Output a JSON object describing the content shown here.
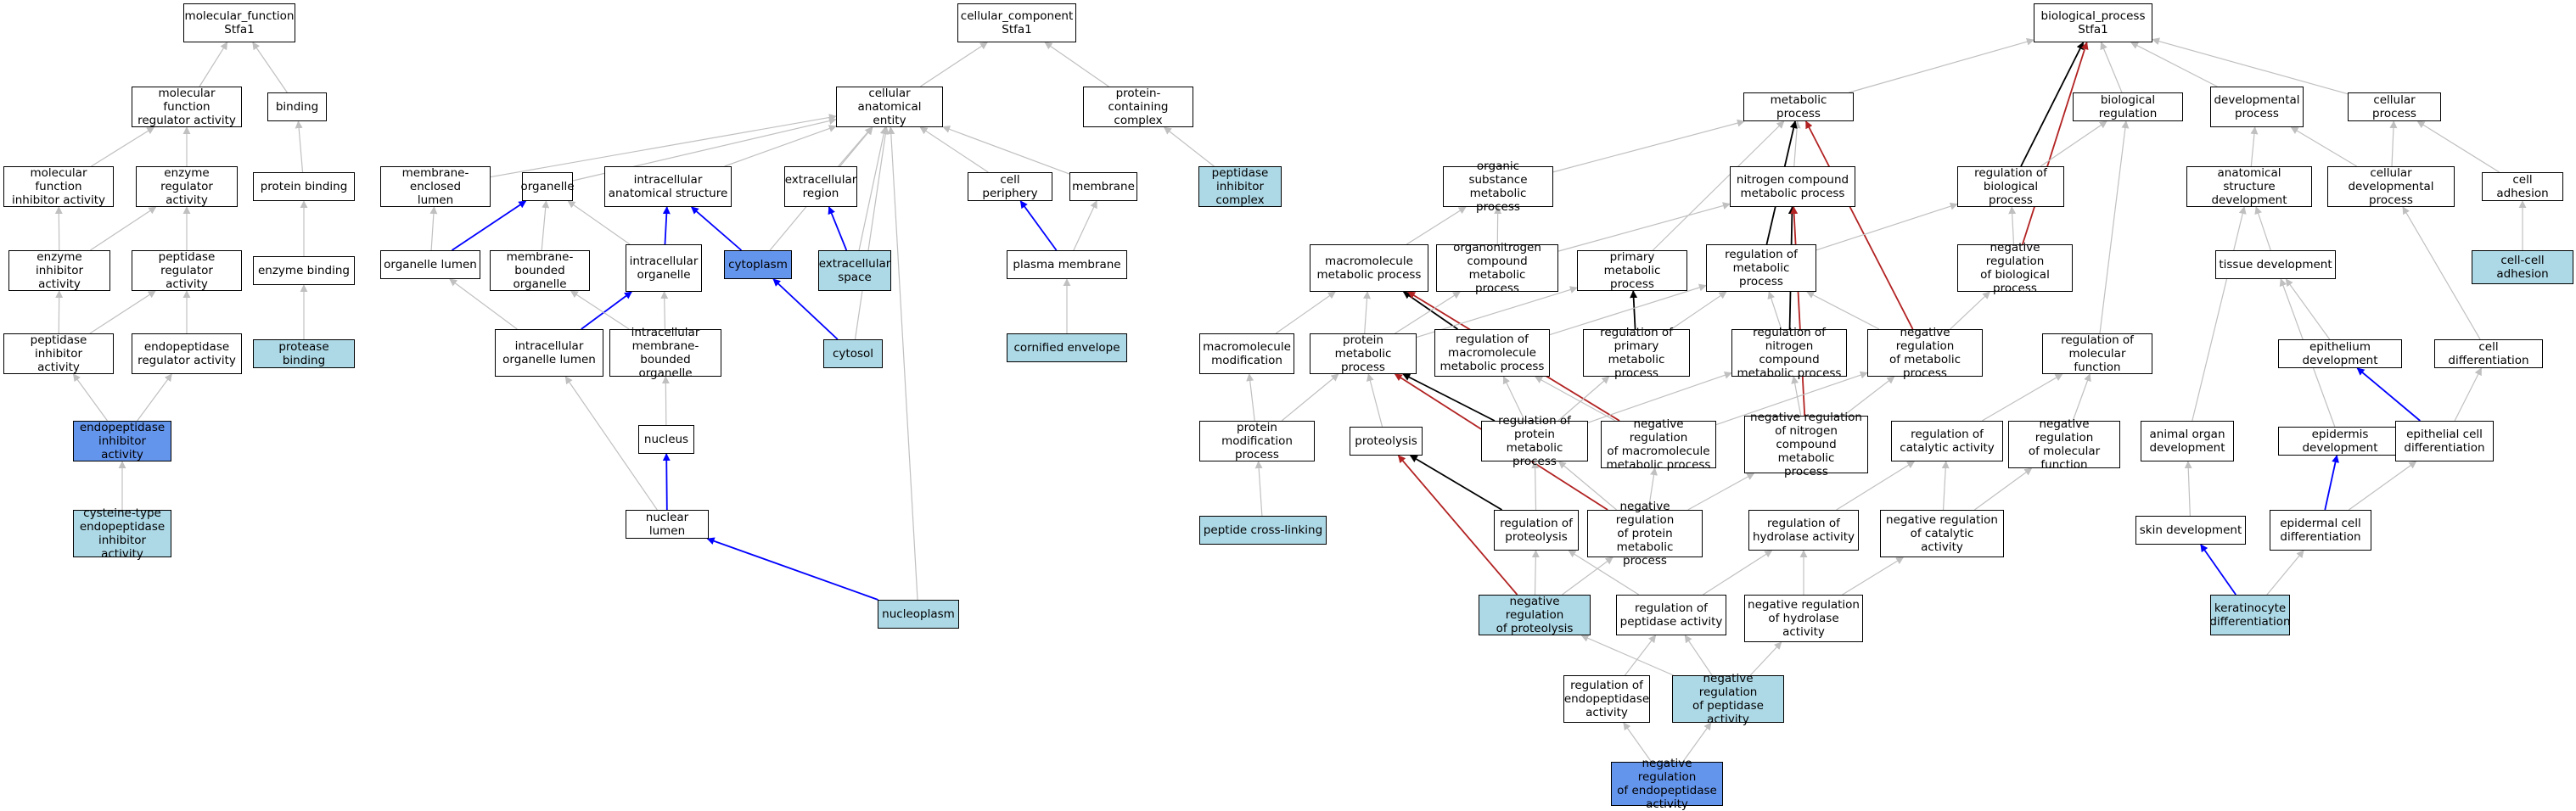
{
  "colors": {
    "light_blue": "#add8e6",
    "dark_blue": "#6495ed",
    "gray_edge": "#c0c0c0",
    "black_edge": "#000000",
    "blue_edge": "#0000ff",
    "red_edge": "#b22222"
  },
  "nodes": [
    {
      "id": "mf_root",
      "label": "molecular_function\nStfa1",
      "fill": "white"
    },
    {
      "id": "mfra",
      "label": "molecular function\nregulator activity",
      "fill": "white"
    },
    {
      "id": "binding",
      "label": "binding",
      "fill": "white"
    },
    {
      "id": "mfia",
      "label": "molecular function\ninhibitor activity",
      "fill": "white"
    },
    {
      "id": "era",
      "label": "enzyme regulator\nactivity",
      "fill": "white"
    },
    {
      "id": "pbind",
      "label": "protein binding",
      "fill": "white"
    },
    {
      "id": "eia",
      "label": "enzyme inhibitor\nactivity",
      "fill": "white"
    },
    {
      "id": "pra",
      "label": "peptidase regulator\nactivity",
      "fill": "white"
    },
    {
      "id": "ebind",
      "label": "enzyme binding",
      "fill": "white"
    },
    {
      "id": "pia",
      "label": "peptidase inhibitor\nactivity",
      "fill": "white"
    },
    {
      "id": "epra",
      "label": "endopeptidase\nregulator activity",
      "fill": "white"
    },
    {
      "id": "protb",
      "label": "protease binding",
      "fill": "lb"
    },
    {
      "id": "epia",
      "label": "endopeptidase\ninhibitor activity",
      "fill": "db"
    },
    {
      "id": "ctepia",
      "label": "cysteine-type\nendopeptidase\ninhibitor activity",
      "fill": "lb"
    },
    {
      "id": "cc_root",
      "label": "cellular_component\nStfa1",
      "fill": "white"
    },
    {
      "id": "cae",
      "label": "cellular anatomical\nentity",
      "fill": "white"
    },
    {
      "id": "pcc",
      "label": "protein-containing\ncomplex",
      "fill": "white"
    },
    {
      "id": "mel",
      "label": "membrane-enclosed\nlumen",
      "fill": "white"
    },
    {
      "id": "organelle",
      "label": "organelle",
      "fill": "white"
    },
    {
      "id": "ias",
      "label": "intracellular\nanatomical structure",
      "fill": "white"
    },
    {
      "id": "exreg",
      "label": "extracellular\nregion",
      "fill": "white"
    },
    {
      "id": "cperi",
      "label": "cell periphery",
      "fill": "white"
    },
    {
      "id": "membrane",
      "label": "membrane",
      "fill": "white"
    },
    {
      "id": "pic",
      "label": "peptidase inhibitor\ncomplex",
      "fill": "lb"
    },
    {
      "id": "olumen",
      "label": "organelle lumen",
      "fill": "white"
    },
    {
      "id": "mbo",
      "label": "membrane-bounded\norganelle",
      "fill": "white"
    },
    {
      "id": "io",
      "label": "intracellular\norganelle",
      "fill": "white"
    },
    {
      "id": "cytoplasm",
      "label": "cytoplasm",
      "fill": "db"
    },
    {
      "id": "exspace",
      "label": "extracellular\nspace",
      "fill": "lb"
    },
    {
      "id": "pmem",
      "label": "plasma membrane",
      "fill": "white"
    },
    {
      "id": "iol",
      "label": "intracellular\norganelle lumen",
      "fill": "white"
    },
    {
      "id": "imbo",
      "label": "intracellular\nmembrane-bounded\norganelle",
      "fill": "white"
    },
    {
      "id": "cytosol",
      "label": "cytosol",
      "fill": "lb"
    },
    {
      "id": "cenv",
      "label": "cornified envelope",
      "fill": "lb"
    },
    {
      "id": "nucleus",
      "label": "nucleus",
      "fill": "white"
    },
    {
      "id": "nlumen",
      "label": "nuclear lumen",
      "fill": "white"
    },
    {
      "id": "nucleoplasm",
      "label": "nucleoplasm",
      "fill": "lb"
    },
    {
      "id": "bp_root",
      "label": "biological_process\nStfa1",
      "fill": "white"
    },
    {
      "id": "metproc",
      "label": "metabolic process",
      "fill": "white"
    },
    {
      "id": "bioreg",
      "label": "biological regulation",
      "fill": "white"
    },
    {
      "id": "devproc",
      "label": "developmental\nprocess",
      "fill": "white"
    },
    {
      "id": "cellproc",
      "label": "cellular process",
      "fill": "white"
    },
    {
      "id": "osmp",
      "label": "organic substance\nmetabolic process",
      "fill": "white"
    },
    {
      "id": "ncmp",
      "label": "nitrogen compound\nmetabolic process",
      "fill": "white"
    },
    {
      "id": "rbp",
      "label": "regulation of\nbiological process",
      "fill": "white"
    },
    {
      "id": "asd",
      "label": "anatomical structure\ndevelopment",
      "fill": "white"
    },
    {
      "id": "cdp",
      "label": "cellular developmental\nprocess",
      "fill": "white"
    },
    {
      "id": "cadh",
      "label": "cell adhesion",
      "fill": "white"
    },
    {
      "id": "mmp",
      "label": "macromolecule\nmetabolic process",
      "fill": "white"
    },
    {
      "id": "oncmp",
      "label": "organonitrogen\ncompound metabolic\nprocess",
      "fill": "white"
    },
    {
      "id": "pmetp",
      "label": "primary metabolic\nprocess",
      "fill": "white"
    },
    {
      "id": "rmp",
      "label": "regulation of\nmetabolic process",
      "fill": "white"
    },
    {
      "id": "nrbp",
      "label": "negative regulation\nof biological\nprocess",
      "fill": "white"
    },
    {
      "id": "tdev",
      "label": "tissue development",
      "fill": "white"
    },
    {
      "id": "cca",
      "label": "cell-cell adhesion",
      "fill": "lb"
    },
    {
      "id": "mmod",
      "label": "macromolecule\nmodification",
      "fill": "white"
    },
    {
      "id": "protmp",
      "label": "protein metabolic\nprocess",
      "fill": "white"
    },
    {
      "id": "rmmp",
      "label": "regulation of\nmacromolecule\nmetabolic process",
      "fill": "white"
    },
    {
      "id": "rpmp",
      "label": "regulation of\nprimary metabolic\nprocess",
      "fill": "white"
    },
    {
      "id": "rncmp",
      "label": "regulation of\nnitrogen compound\nmetabolic process",
      "fill": "white"
    },
    {
      "id": "nrmp",
      "label": "negative regulation\nof metabolic\nprocess",
      "fill": "white"
    },
    {
      "id": "rmf",
      "label": "regulation of\nmolecular function",
      "fill": "white"
    },
    {
      "id": "epidev",
      "label": "epithelium development",
      "fill": "white"
    },
    {
      "id": "celldiff",
      "label": "cell differentiation",
      "fill": "white"
    },
    {
      "id": "pmodp",
      "label": "protein modification\nprocess",
      "fill": "white"
    },
    {
      "id": "proteolysis",
      "label": "proteolysis",
      "fill": "white"
    },
    {
      "id": "rprotmp",
      "label": "regulation of\nprotein metabolic\nprocess",
      "fill": "white"
    },
    {
      "id": "nrmmp",
      "label": "negative regulation\nof macromolecule\nmetabolic process",
      "fill": "white"
    },
    {
      "id": "nrncmp",
      "label": "negative regulation\nof nitrogen\ncompound metabolic\nprocess",
      "fill": "white"
    },
    {
      "id": "rca",
      "label": "regulation of\ncatalytic activity",
      "fill": "white"
    },
    {
      "id": "nrmf",
      "label": "negative regulation\nof molecular\nfunction",
      "fill": "white"
    },
    {
      "id": "aod",
      "label": "animal organ\ndevelopment",
      "fill": "white"
    },
    {
      "id": "epiddev",
      "label": "epidermis development",
      "fill": "white"
    },
    {
      "id": "ecd",
      "label": "epithelial cell\ndifferentiation",
      "fill": "white"
    },
    {
      "id": "pcl",
      "label": "peptide cross-linking",
      "fill": "lb"
    },
    {
      "id": "rprot",
      "label": "regulation of\nproteolysis",
      "fill": "white"
    },
    {
      "id": "nrprotmp",
      "label": "negative regulation\nof protein metabolic\nprocess",
      "fill": "white"
    },
    {
      "id": "rha",
      "label": "regulation of\nhydrolase activity",
      "fill": "white"
    },
    {
      "id": "nrca",
      "label": "negative regulation\nof catalytic\nactivity",
      "fill": "white"
    },
    {
      "id": "skindev",
      "label": "skin development",
      "fill": "white"
    },
    {
      "id": "ecdiff",
      "label": "epidermal cell\ndifferentiation",
      "fill": "white"
    },
    {
      "id": "nrprot",
      "label": "negative regulation\nof proteolysis",
      "fill": "lb"
    },
    {
      "id": "rpa",
      "label": "regulation of\npeptidase activity",
      "fill": "white"
    },
    {
      "id": "nrha",
      "label": "negative regulation\nof hydrolase\nactivity",
      "fill": "white"
    },
    {
      "id": "kdiff",
      "label": "keratinocyte\ndifferentiation",
      "fill": "lb"
    },
    {
      "id": "rea",
      "label": "regulation of\nendopeptidase\nactivity",
      "fill": "white"
    },
    {
      "id": "nrpa",
      "label": "negative regulation\nof peptidase\nactivity",
      "fill": "lb"
    },
    {
      "id": "nrea",
      "label": "negative regulation\nof endopeptidase\nactivity",
      "fill": "db"
    }
  ],
  "edges": [
    {
      "from": "mfra",
      "to": "mf_root",
      "color": "gray"
    },
    {
      "from": "binding",
      "to": "mf_root",
      "color": "gray"
    },
    {
      "from": "mfia",
      "to": "mfra",
      "color": "gray"
    },
    {
      "from": "era",
      "to": "mfra",
      "color": "gray"
    },
    {
      "from": "pbind",
      "to": "binding",
      "color": "gray"
    },
    {
      "from": "eia",
      "to": "mfia",
      "color": "gray"
    },
    {
      "from": "eia",
      "to": "era",
      "color": "gray"
    },
    {
      "from": "pra",
      "to": "era",
      "color": "gray"
    },
    {
      "from": "ebind",
      "to": "pbind",
      "color": "gray"
    },
    {
      "from": "pia",
      "to": "eia",
      "color": "gray"
    },
    {
      "from": "pia",
      "to": "pra",
      "color": "gray"
    },
    {
      "from": "epra",
      "to": "pra",
      "color": "gray"
    },
    {
      "from": "protb",
      "to": "ebind",
      "color": "gray"
    },
    {
      "from": "epia",
      "to": "pia",
      "color": "gray"
    },
    {
      "from": "epia",
      "to": "epra",
      "color": "gray"
    },
    {
      "from": "ctepia",
      "to": "epia",
      "color": "gray"
    },
    {
      "from": "cae",
      "to": "cc_root",
      "color": "gray"
    },
    {
      "from": "pcc",
      "to": "cc_root",
      "color": "gray"
    },
    {
      "from": "mel",
      "to": "cae",
      "color": "gray"
    },
    {
      "from": "organelle",
      "to": "cae",
      "color": "gray"
    },
    {
      "from": "ias",
      "to": "cae",
      "color": "gray"
    },
    {
      "from": "exreg",
      "to": "cae",
      "color": "gray"
    },
    {
      "from": "cperi",
      "to": "cae",
      "color": "gray"
    },
    {
      "from": "membrane",
      "to": "cae",
      "color": "gray"
    },
    {
      "from": "cytoplasm",
      "to": "cae",
      "color": "gray"
    },
    {
      "from": "exspace",
      "to": "cae",
      "color": "gray"
    },
    {
      "from": "cytosol",
      "to": "cae",
      "color": "gray"
    },
    {
      "from": "nucleoplasm",
      "to": "cae",
      "color": "gray"
    },
    {
      "from": "pic",
      "to": "pcc",
      "color": "gray"
    },
    {
      "from": "olumen",
      "to": "mel",
      "color": "gray"
    },
    {
      "from": "olumen",
      "to": "organelle",
      "color": "blue"
    },
    {
      "from": "mbo",
      "to": "organelle",
      "color": "gray"
    },
    {
      "from": "io",
      "to": "organelle",
      "color": "gray"
    },
    {
      "from": "io",
      "to": "ias",
      "color": "blue"
    },
    {
      "from": "cytoplasm",
      "to": "ias",
      "color": "blue"
    },
    {
      "from": "exspace",
      "to": "exreg",
      "color": "blue"
    },
    {
      "from": "pmem",
      "to": "cperi",
      "color": "blue"
    },
    {
      "from": "pmem",
      "to": "membrane",
      "color": "gray"
    },
    {
      "from": "cenv",
      "to": "pmem",
      "color": "gray"
    },
    {
      "from": "iol",
      "to": "olumen",
      "color": "gray"
    },
    {
      "from": "iol",
      "to": "io",
      "color": "blue"
    },
    {
      "from": "imbo",
      "to": "mbo",
      "color": "gray"
    },
    {
      "from": "imbo",
      "to": "io",
      "color": "gray"
    },
    {
      "from": "cytosol",
      "to": "cytoplasm",
      "color": "blue"
    },
    {
      "from": "nucleus",
      "to": "imbo",
      "color": "gray"
    },
    {
      "from": "nlumen",
      "to": "iol",
      "color": "gray"
    },
    {
      "from": "nlumen",
      "to": "nucleus",
      "color": "blue"
    },
    {
      "from": "nucleoplasm",
      "to": "nlumen",
      "color": "blue"
    },
    {
      "from": "metproc",
      "to": "bp_root",
      "color": "gray"
    },
    {
      "from": "bioreg",
      "to": "bp_root",
      "color": "gray"
    },
    {
      "from": "devproc",
      "to": "bp_root",
      "color": "gray"
    },
    {
      "from": "cellproc",
      "to": "bp_root",
      "color": "gray"
    },
    {
      "from": "rbp",
      "to": "bp_root",
      "color": "black"
    },
    {
      "from": "nrbp",
      "to": "bp_root",
      "color": "red"
    },
    {
      "from": "osmp",
      "to": "metproc",
      "color": "gray"
    },
    {
      "from": "ncmp",
      "to": "metproc",
      "color": "gray"
    },
    {
      "from": "pmetp",
      "to": "metproc",
      "color": "gray"
    },
    {
      "from": "rmp",
      "to": "metproc",
      "color": "black"
    },
    {
      "from": "nrmp",
      "to": "metproc",
      "color": "red"
    },
    {
      "from": "rbp",
      "to": "bioreg",
      "color": "gray"
    },
    {
      "from": "rmf",
      "to": "bioreg",
      "color": "gray"
    },
    {
      "from": "asd",
      "to": "devproc",
      "color": "gray"
    },
    {
      "from": "cdp",
      "to": "devproc",
      "color": "gray"
    },
    {
      "from": "cdp",
      "to": "cellproc",
      "color": "gray"
    },
    {
      "from": "cadh",
      "to": "cellproc",
      "color": "gray"
    },
    {
      "from": "mmp",
      "to": "osmp",
      "color": "gray"
    },
    {
      "from": "oncmp",
      "to": "osmp",
      "color": "gray"
    },
    {
      "from": "oncmp",
      "to": "ncmp",
      "color": "gray"
    },
    {
      "from": "rncmp",
      "to": "ncmp",
      "color": "black"
    },
    {
      "from": "nrncmp",
      "to": "ncmp",
      "color": "red"
    },
    {
      "from": "rmp",
      "to": "rbp",
      "color": "gray"
    },
    {
      "from": "nrbp",
      "to": "rbp",
      "color": "gray"
    },
    {
      "from": "tdev",
      "to": "asd",
      "color": "gray"
    },
    {
      "from": "aod",
      "to": "asd",
      "color": "gray"
    },
    {
      "from": "celldiff",
      "to": "cdp",
      "color": "gray"
    },
    {
      "from": "cca",
      "to": "cadh",
      "color": "gray"
    },
    {
      "from": "mmod",
      "to": "mmp",
      "color": "gray"
    },
    {
      "from": "protmp",
      "to": "mmp",
      "color": "gray"
    },
    {
      "from": "rmmp",
      "to": "mmp",
      "color": "black"
    },
    {
      "from": "nrmmp",
      "to": "mmp",
      "color": "red"
    },
    {
      "from": "protmp",
      "to": "oncmp",
      "color": "gray"
    },
    {
      "from": "protmp",
      "to": "pmetp",
      "color": "gray"
    },
    {
      "from": "rpmp",
      "to": "pmetp",
      "color": "black"
    },
    {
      "from": "rmmp",
      "to": "rmp",
      "color": "gray"
    },
    {
      "from": "rpmp",
      "to": "rmp",
      "color": "gray"
    },
    {
      "from": "rncmp",
      "to": "rmp",
      "color": "gray"
    },
    {
      "from": "nrmp",
      "to": "rmp",
      "color": "gray"
    },
    {
      "from": "nrmp",
      "to": "nrbp",
      "color": "gray"
    },
    {
      "from": "epiddev",
      "to": "tdev",
      "color": "gray"
    },
    {
      "from": "epidev",
      "to": "tdev",
      "color": "gray"
    },
    {
      "from": "ecd",
      "to": "epidev",
      "color": "blue"
    },
    {
      "from": "ecd",
      "to": "celldiff",
      "color": "gray"
    },
    {
      "from": "pmodp",
      "to": "mmod",
      "color": "gray"
    },
    {
      "from": "pmodp",
      "to": "protmp",
      "color": "gray"
    },
    {
      "from": "proteolysis",
      "to": "protmp",
      "color": "gray"
    },
    {
      "from": "rprotmp",
      "to": "protmp",
      "color": "black"
    },
    {
      "from": "nrprotmp",
      "to": "protmp",
      "color": "red"
    },
    {
      "from": "rprotmp",
      "to": "rmmp",
      "color": "gray"
    },
    {
      "from": "rprotmp",
      "to": "rpmp",
      "color": "gray"
    },
    {
      "from": "rprotmp",
      "to": "rncmp",
      "color": "gray"
    },
    {
      "from": "nrmmp",
      "to": "rmmp",
      "color": "gray"
    },
    {
      "from": "nrmmp",
      "to": "nrmp",
      "color": "gray"
    },
    {
      "from": "nrncmp",
      "to": "rncmp",
      "color": "gray"
    },
    {
      "from": "nrncmp",
      "to": "nrmp",
      "color": "gray"
    },
    {
      "from": "rca",
      "to": "rmf",
      "color": "gray"
    },
    {
      "from": "nrmf",
      "to": "rmf",
      "color": "gray"
    },
    {
      "from": "skindev",
      "to": "aod",
      "color": "gray"
    },
    {
      "from": "ecdiff",
      "to": "epiddev",
      "color": "blue"
    },
    {
      "from": "ecdiff",
      "to": "ecd",
      "color": "gray"
    },
    {
      "from": "pcl",
      "to": "pmodp",
      "color": "gray"
    },
    {
      "from": "rprot",
      "to": "proteolysis",
      "color": "black"
    },
    {
      "from": "nrprot",
      "to": "proteolysis",
      "color": "red"
    },
    {
      "from": "rprot",
      "to": "rprotmp",
      "color": "gray"
    },
    {
      "from": "nrprotmp",
      "to": "rprotmp",
      "color": "gray"
    },
    {
      "from": "nrprotmp",
      "to": "nrmmp",
      "color": "gray"
    },
    {
      "from": "nrprotmp",
      "to": "nrncmp",
      "color": "gray"
    },
    {
      "from": "rha",
      "to": "rca",
      "color": "gray"
    },
    {
      "from": "nrca",
      "to": "rca",
      "color": "gray"
    },
    {
      "from": "nrca",
      "to": "nrmf",
      "color": "gray"
    },
    {
      "from": "kdiff",
      "to": "skindev",
      "color": "blue"
    },
    {
      "from": "kdiff",
      "to": "ecdiff",
      "color": "gray"
    },
    {
      "from": "nrprot",
      "to": "rprot",
      "color": "gray"
    },
    {
      "from": "nrprot",
      "to": "nrprotmp",
      "color": "gray"
    },
    {
      "from": "rpa",
      "to": "rprot",
      "color": "gray"
    },
    {
      "from": "rpa",
      "to": "rha",
      "color": "gray"
    },
    {
      "from": "nrha",
      "to": "rha",
      "color": "gray"
    },
    {
      "from": "nrha",
      "to": "nrca",
      "color": "gray"
    },
    {
      "from": "rea",
      "to": "rpa",
      "color": "gray"
    },
    {
      "from": "nrpa",
      "to": "rpa",
      "color": "gray"
    },
    {
      "from": "nrpa",
      "to": "nrha",
      "color": "gray"
    },
    {
      "from": "nrpa",
      "to": "nrprot",
      "color": "gray"
    },
    {
      "from": "nrea",
      "to": "rea",
      "color": "gray"
    },
    {
      "from": "nrea",
      "to": "nrpa",
      "color": "gray"
    }
  ]
}
